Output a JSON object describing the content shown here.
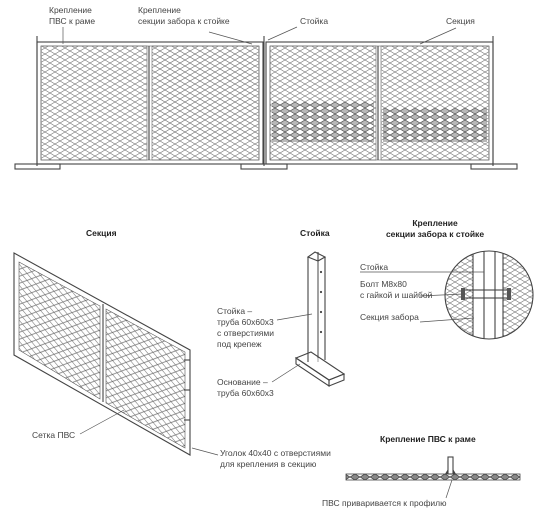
{
  "top_view": {
    "label_pvs_mount": [
      "Крепление",
      "ПВС к раме"
    ],
    "label_section_mount": [
      "Крепление",
      "секции забора к стойке"
    ],
    "label_post": "Стойка",
    "label_section": "Секция"
  },
  "section_view": {
    "title": "Секция",
    "label_mesh": "Сетка ПВС",
    "label_corner": [
      "Уголок 40x40 с отверстиями",
      "для крепления в секцию"
    ]
  },
  "post_view": {
    "title": "Стойка",
    "label_post": [
      "Стойка –",
      "труба 60x60x3",
      "с отверстиями",
      "под крепеж"
    ],
    "label_base": [
      "Основание –",
      "труба 60x60x3"
    ]
  },
  "mount_detail": {
    "title": [
      "Крепление",
      "секции забора к стойке"
    ],
    "label_post": "Стойка",
    "label_bolt": [
      "Болт М8x80",
      "с гайкой и шайбой"
    ],
    "label_section": "Секция забора"
  },
  "pvs_mount_detail": {
    "title": "Крепление ПВС к раме",
    "label_weld": "ПВС приваривается к профилю"
  }
}
